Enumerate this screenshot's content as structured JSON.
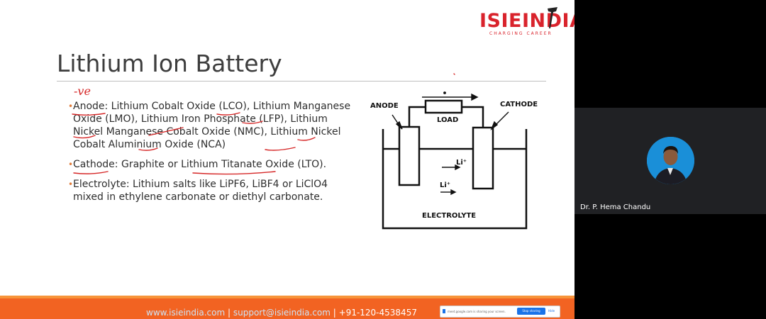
{
  "logo": {
    "text": "ISIEINDIA",
    "tagline": "CHARGING CAREER"
  },
  "slide": {
    "title": "Lithium Ion Battery",
    "bullets": [
      {
        "label": "Anode",
        "text": ": Lithium Cobalt Oxide (LCO), Lithium Manganese Oxide (LMO), Lithium Iron Phosphate (LFP), Lithium Nickel Manganese Cobalt Oxide (NMC), Lithium Nickel Cobalt Aluminium Oxide (NCA)"
      },
      {
        "label": "Cathode",
        "text": ": Graphite or Lithium Titanate Oxide (LTO)."
      },
      {
        "label": "Electrolyte",
        "text": ": Lithium salts like LiPF6, LiBF4 or LiClO4 mixed in ethylene carbonate or diethyl carbonate."
      }
    ],
    "annotation": "-ve"
  },
  "diagram": {
    "anode_label": "ANODE",
    "cathode_label": "CATHODE",
    "load_label": "LOAD",
    "electrolyte_label": "ELECTROLYTE",
    "ion_label": "Li⁺",
    "ion_label_2": "Li⁺"
  },
  "footer": {
    "website": "www.isieindia.com",
    "email": "support@isieindia.com",
    "phone": "+91-120-4538457",
    "separator": "|"
  },
  "share_bar": {
    "message": "meet.google.com is sharing your screen.",
    "stop_label": "Stop sharing",
    "hide_label": "Hide"
  },
  "participant": {
    "name": "Dr. P. Hema Chandu"
  },
  "colors": {
    "brand_red": "#d9232c",
    "footer_orange": "#f26322",
    "ink_red": "#d62828",
    "link_blue": "#cde3f5",
    "tile_bg": "#202124"
  }
}
